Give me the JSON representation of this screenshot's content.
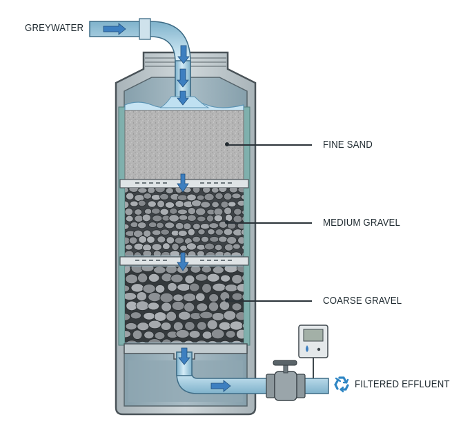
{
  "labels": {
    "inlet": "GREYWATER",
    "fine_sand": "FINE SAND",
    "medium_gravel": "MEDIUM GRAVEL",
    "coarse_gravel": "COARSE GRAVEL",
    "outlet": "FILTERED EFFLUENT"
  },
  "colors": {
    "tank_shell": "#c4cdd1",
    "tank_interior": "#9aaeb8",
    "water": "#b9dcee",
    "pipe": "#9ccae0",
    "flow_arrow": "#3d7fc0",
    "fine_sand": "#b6b6b6",
    "gravel": "#5f656a",
    "liner": "#7fb0ad",
    "recycle_icon": "#2f86c4"
  },
  "icons": [
    "flow-arrow-icon",
    "recycle-icon",
    "valve-icon",
    "water-drop-icon"
  ]
}
